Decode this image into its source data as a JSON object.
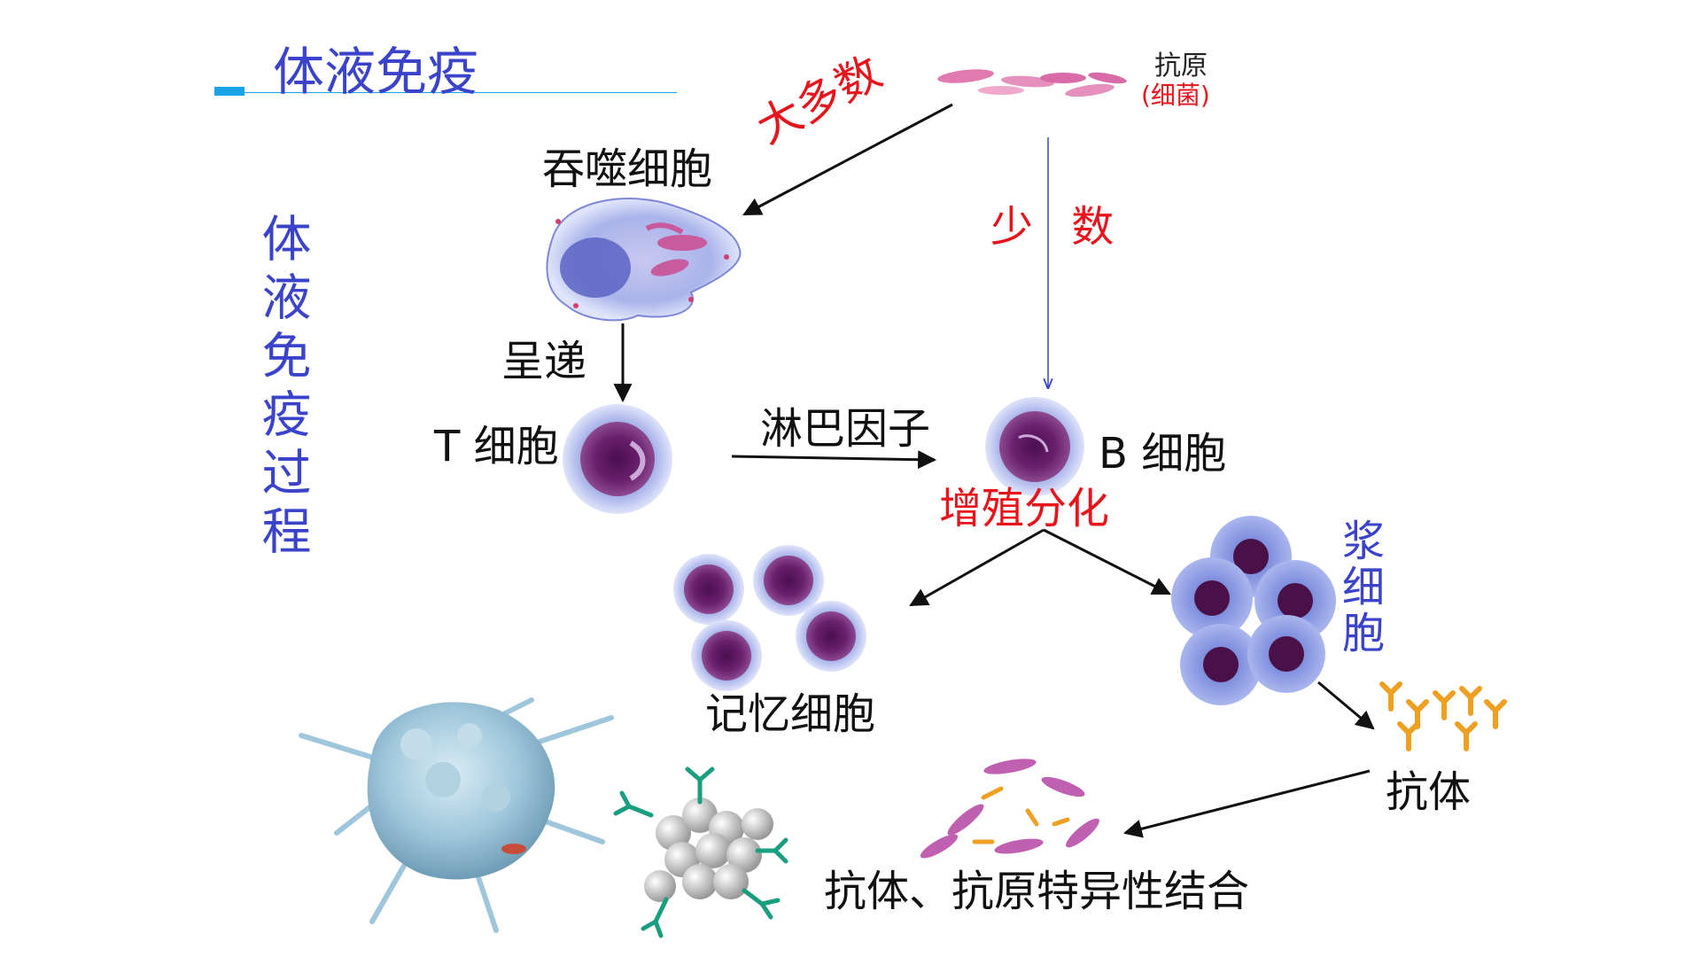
{
  "title": "体液免疫",
  "vertical_title": "体液免疫过程",
  "antigen": {
    "label": "抗原",
    "sublabel": "(细菌)"
  },
  "paths": {
    "majority": "大多数",
    "minority": "少 数"
  },
  "cells": {
    "phagocyte": "吞噬细胞",
    "present": "呈递",
    "t_cell": "T 细胞",
    "lymphokine": "淋巴因子",
    "b_cell": "B 细胞",
    "proliferate": "增殖分化",
    "memory": "记忆细胞",
    "plasma": "浆细胞",
    "antibody": "抗体",
    "binding": "抗体、抗原特异性结合"
  },
  "colors": {
    "accent_blue": "#3a43c9",
    "accent_red": "#e8141c",
    "title_bar": "#1aa3e8",
    "cell_purple": "#6a1f6e"
  }
}
